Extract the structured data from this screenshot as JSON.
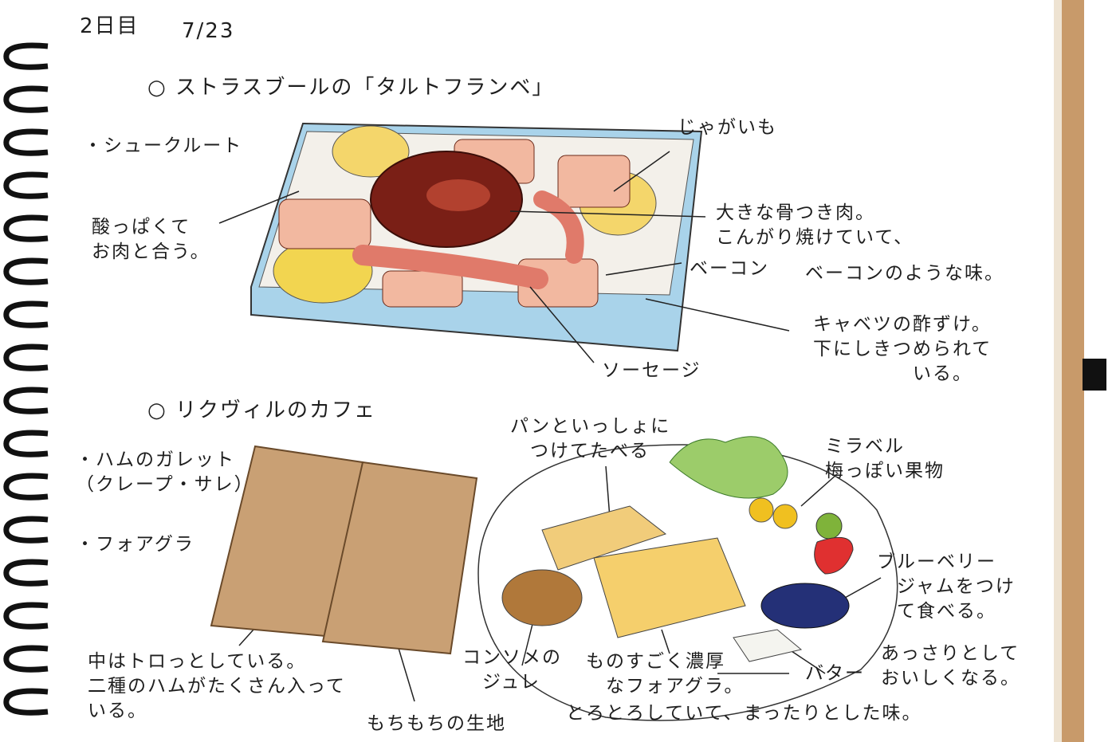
{
  "header": {
    "day": "2日目",
    "date": "7/23"
  },
  "section1": {
    "title": "○ ストラスブールの「タルトフランベ」",
    "dish": "・シュークルート",
    "note_sour": "酸っぱくて\nお肉と合う。",
    "potato": "じゃがいも",
    "meat": "大きな骨つき肉。\nこんがり焼けていて、",
    "meat_taste": "ベーコンのような味。",
    "bacon": "ベーコン",
    "cabbage": "キャベツの酢ずけ。\n下にしきつめられて\n　　　　　いる。",
    "sausage": "ソーセージ"
  },
  "section2": {
    "title": "○ リクヴィルのカフェ",
    "galette": "・ハムのガレット\n（クレープ・サレ）",
    "foie": "・フォアグラ",
    "with_bread": "パンといっしょに\n　つけてたべる",
    "mirabelle": "ミラベル\n梅っぽい果物",
    "blueberry": "ブルーベリー\n　ジャムをつけ\n　て食べる。",
    "light": "あっさりとして\nおいしくなる。",
    "butter": "バター",
    "consomme": "コンソメの\n　ジュレ",
    "rich": "ものすごく濃厚\n　なフォアグラ。",
    "melty": "とろとろしていて、まったりとした味。",
    "inside": "中はトロっとしている。\n二種のハムがたくさん入って\nいる。",
    "dough": "もちもちの生地"
  },
  "colors": {
    "box": "#a9d3ea",
    "crepe": "#c9a074",
    "edge": "#b8865a"
  }
}
